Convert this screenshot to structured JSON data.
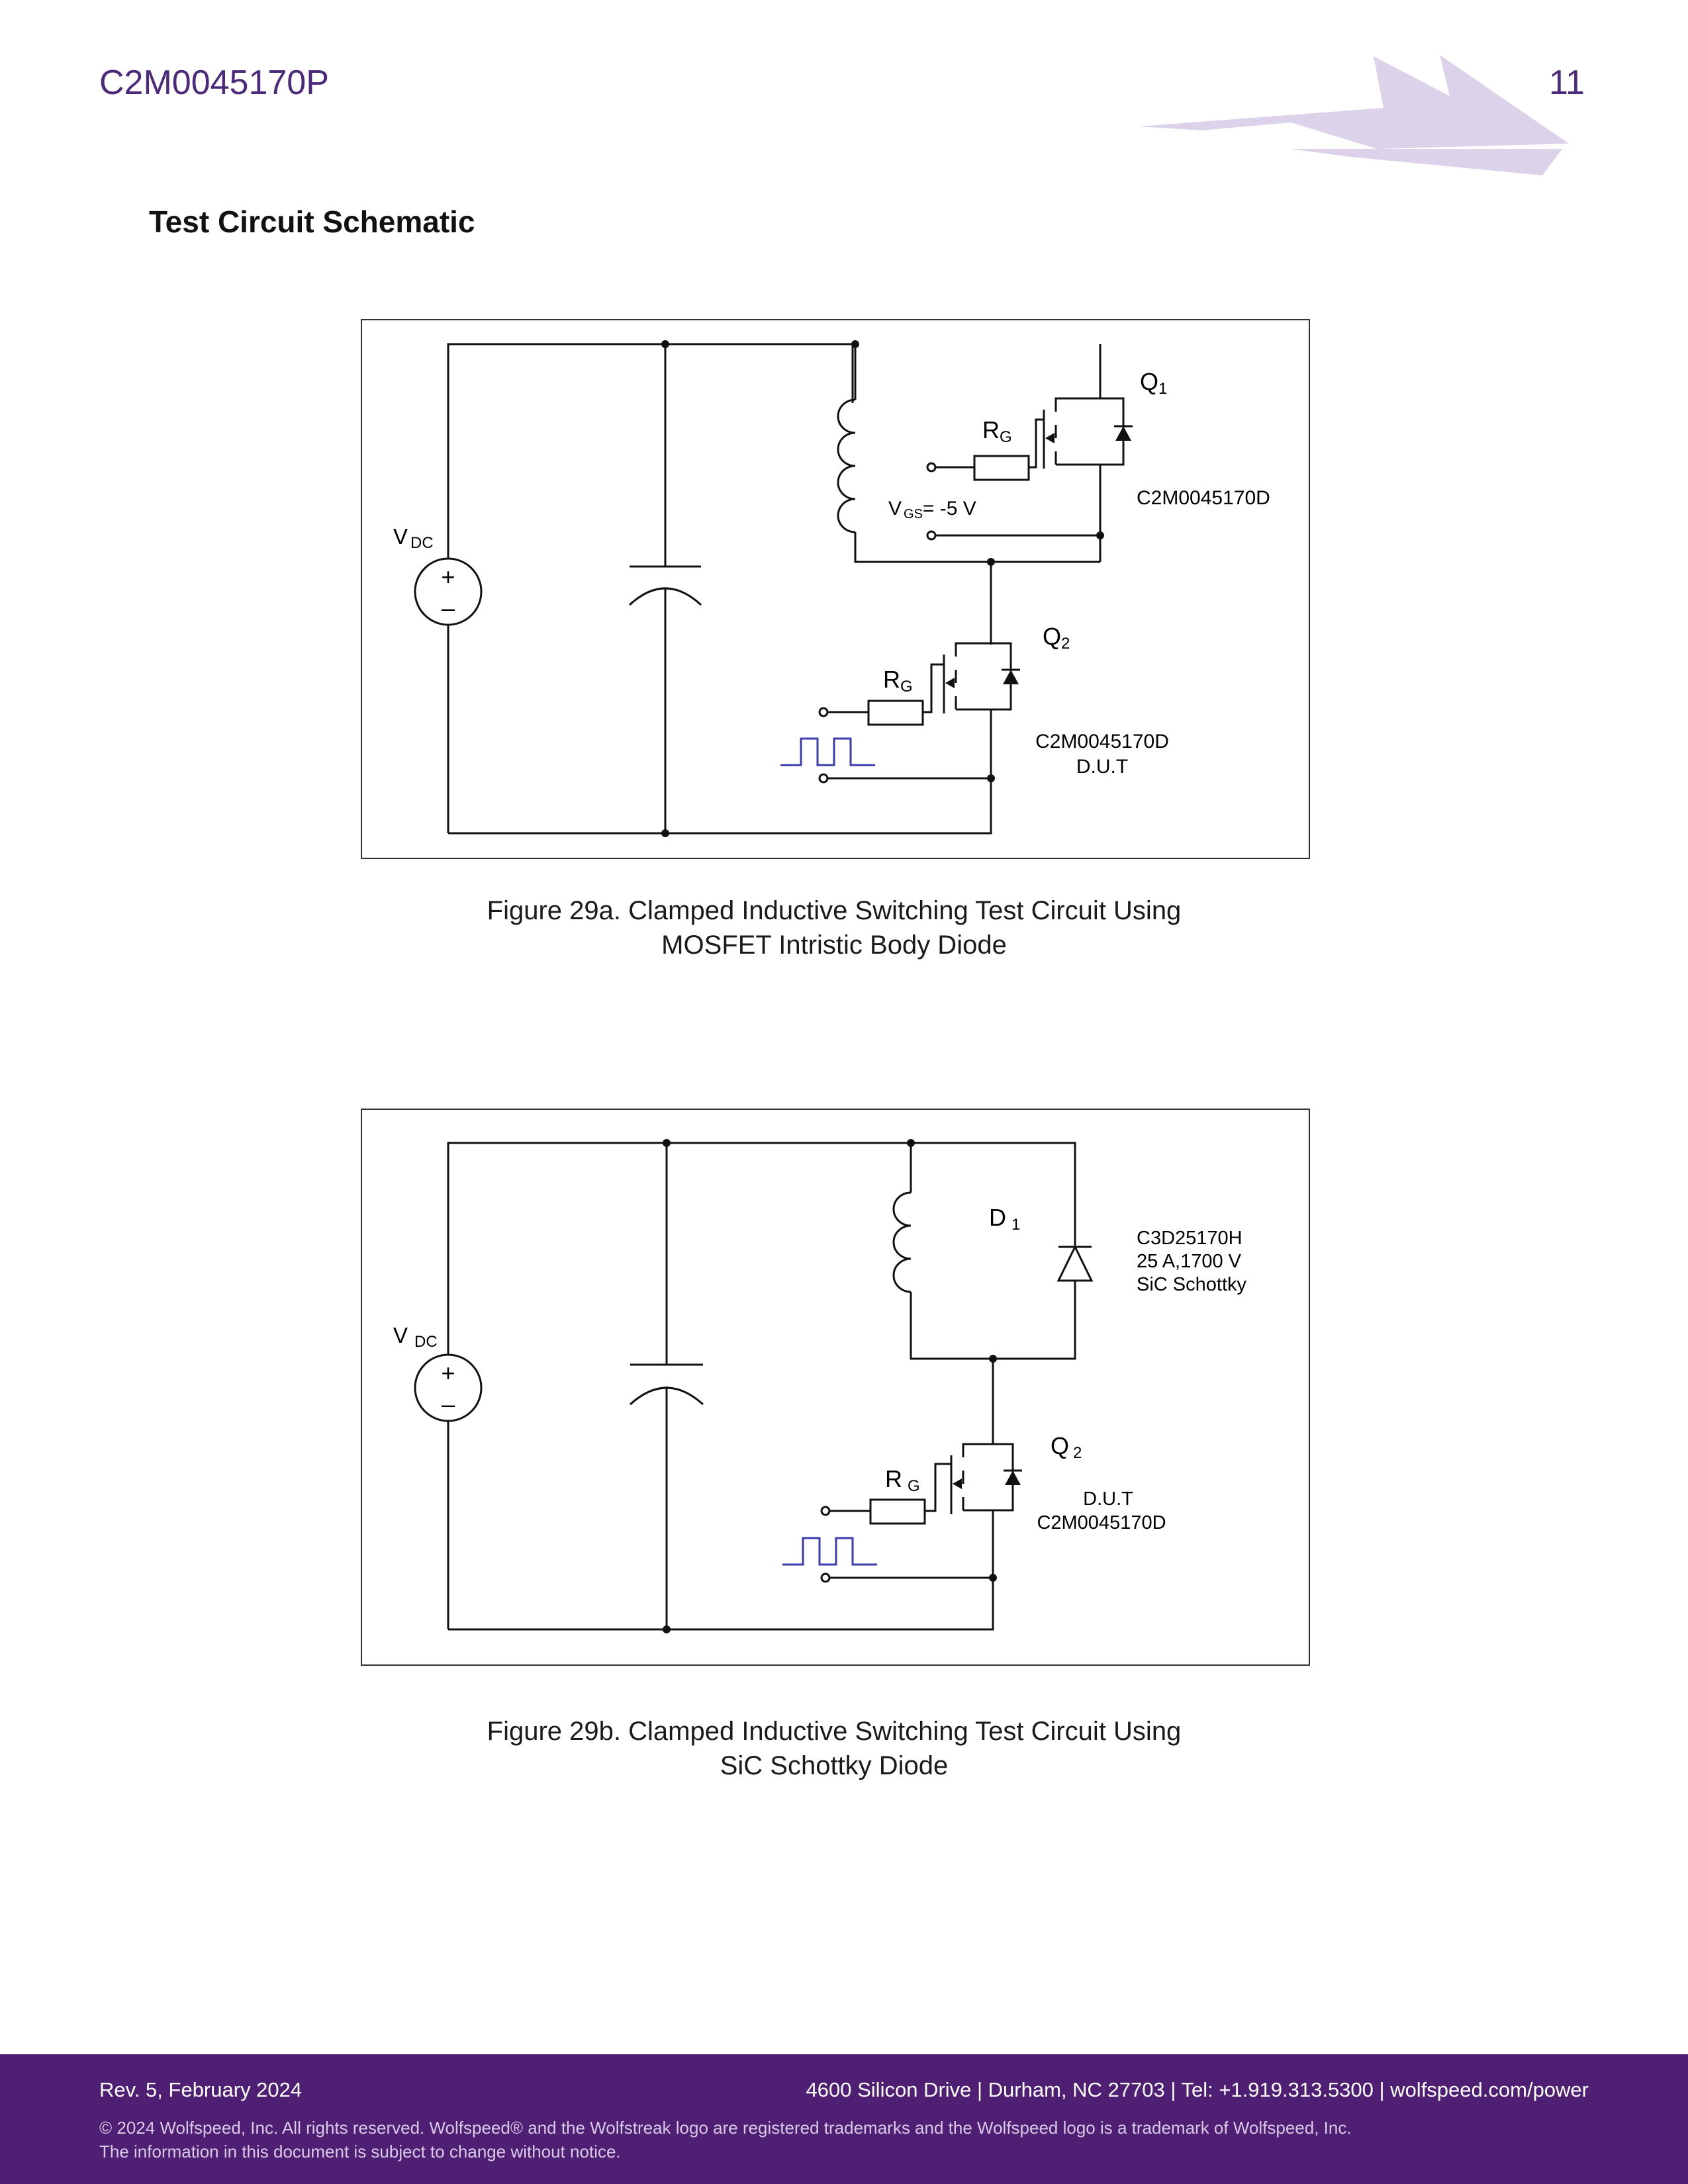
{
  "header": {
    "part_number": "C2M0045170P",
    "page_number": "11"
  },
  "section_title": "Test Circuit Schematic",
  "figure_a": {
    "caption_line1": "Figure 29a. Clamped Inductive Switching Test Circuit Using",
    "caption_line2": "MOSFET Intristic Body Diode",
    "labels": {
      "vdc_main": "V",
      "vdc_sub": "DC",
      "plus": "+",
      "minus": "–",
      "q1_main": "Q",
      "q1_sub": "1",
      "rg1_main": "R",
      "rg1_sub": "G",
      "vgs_main": "V",
      "vgs_sub": "GS",
      "vgs_value": "= -5 V",
      "q1_part": "C2M0045170D",
      "q2_main": "Q",
      "q2_sub": "2",
      "rg2_main": "R",
      "rg2_sub": "G",
      "q2_part": "C2M0045170D",
      "q2_dut": "D.U.T"
    }
  },
  "figure_b": {
    "caption_line1": "Figure 29b. Clamped Inductive Switching Test Circuit Using",
    "caption_line2": "SiC Schottky Diode",
    "labels": {
      "vdc_main": "V",
      "vdc_sub": "DC",
      "plus": "+",
      "minus": "–",
      "d1_main": "D",
      "d1_sub": "1",
      "d1_part": "C3D25170H",
      "d1_rating": "25 A,1700 V",
      "d1_type": "SiC Schottky",
      "q2_main": "Q",
      "q2_sub": "2",
      "rg_main": "R",
      "rg_sub": "G",
      "q2_dut": "D.U.T",
      "q2_part": "C2M0045170D"
    }
  },
  "footer": {
    "revision": "Rev. 5, February 2024",
    "address": "4600 Silicon Drive  |  Durham, NC 27703  |  Tel: +1.919.313.5300  |  wolfspeed.com/power",
    "copyright": "© 2024 Wolfspeed, Inc. All rights reserved. Wolfspeed® and the Wolfstreak logo are registered trademarks and the Wolfspeed logo is a trademark of Wolfspeed, Inc.",
    "notice": "The information in this document is subject to change without notice."
  },
  "colors": {
    "brand_purple": "#4f1f73",
    "header_text": "#4b2a7b",
    "logo_tint": "#dcd3ea",
    "pulse_blue": "#3b3bb0"
  }
}
